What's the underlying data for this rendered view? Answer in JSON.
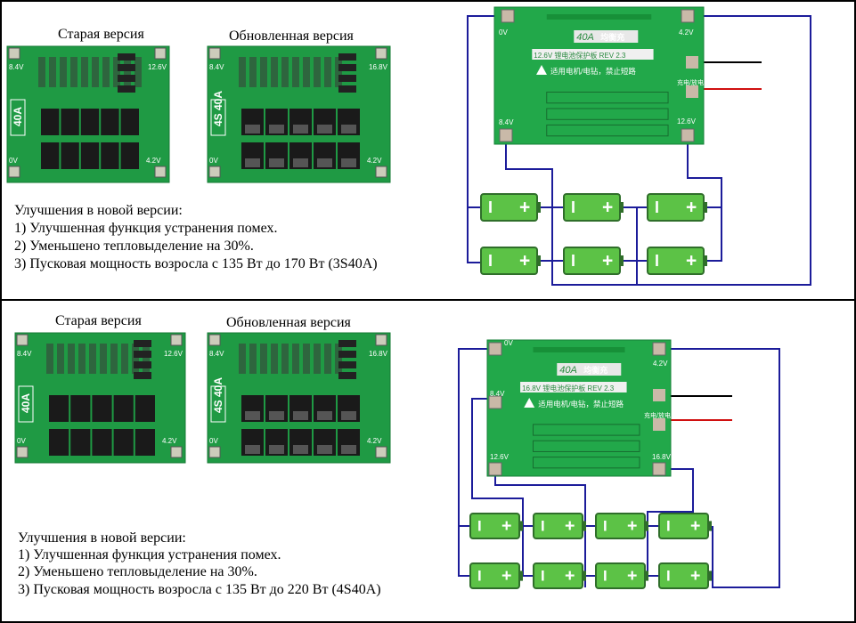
{
  "top": {
    "old_title": "Старая версия",
    "new_title": "Обновленная версия",
    "heading": "Улучшения в новой версии:",
    "items": [
      "1) Улучшенная функция устранения помех.",
      "2) Уменьшено тепловыделение на 30%.",
      "3) Пусковая мощность возросла с 135 Вт до 170 Вт (3S40A)"
    ],
    "old_board": {
      "left_label": "8.4V",
      "right_label": "12.6V",
      "side": "40A",
      "bottom_left": "0V",
      "bottom_right": "4.2V"
    },
    "new_board": {
      "left_label": "8.4V",
      "right_label": "16.8V",
      "side": "4S 40A",
      "bottom_left": "0V",
      "bottom_right": "4.2V"
    },
    "diagram": {
      "badge": "40A",
      "badge2": "均衡充",
      "model": "12.6V 锂电池保护板 REV 2.3",
      "warning": "适用电机/电钻，禁止短路",
      "charge": "充电/放电",
      "pads": {
        "p0": "0V",
        "p1": "4.2V",
        "p2": "8.4V",
        "p3": "12.6V"
      },
      "battery_count": 6
    }
  },
  "bottom": {
    "old_title": "Старая версия",
    "new_title": "Обновленная версия",
    "heading": "Улучшения в новой версии:",
    "items": [
      "1) Улучшенная функция устранения помех.",
      "2) Уменьшено тепловыделение на 30%.",
      "3) Пусковая мощность возросла с 135 Вт до 220 Вт (4S40A)"
    ],
    "old_board": {
      "left_label": "8.4V",
      "right_label": "12.6V",
      "side": "40A",
      "bottom_left": "0V",
      "bottom_right": "4.2V"
    },
    "new_board": {
      "left_label": "8.4V",
      "right_label": "16.8V",
      "side": "4S 40A",
      "bottom_left": "0V",
      "bottom_right": "4.2V"
    },
    "diagram": {
      "badge": "40A",
      "badge2": "均衡充",
      "model": "16.8V 锂电池保护板 REV 2.3",
      "warning": "适用电机/电钻，禁止短路",
      "charge": "充电/放电",
      "pads": {
        "p0": "0V",
        "p1": "4.2V",
        "p2": "8.4V",
        "p3": "12.6V",
        "p4": "16.8V"
      },
      "battery_count": 8
    }
  },
  "colors": {
    "pcb": "#22a84a",
    "wire": "#1c1c9a",
    "battery": "#5cc246",
    "positive_wire": "#d01010",
    "negative_wire": "#000000"
  },
  "battery": {
    "minus": "I",
    "plus": "+"
  }
}
